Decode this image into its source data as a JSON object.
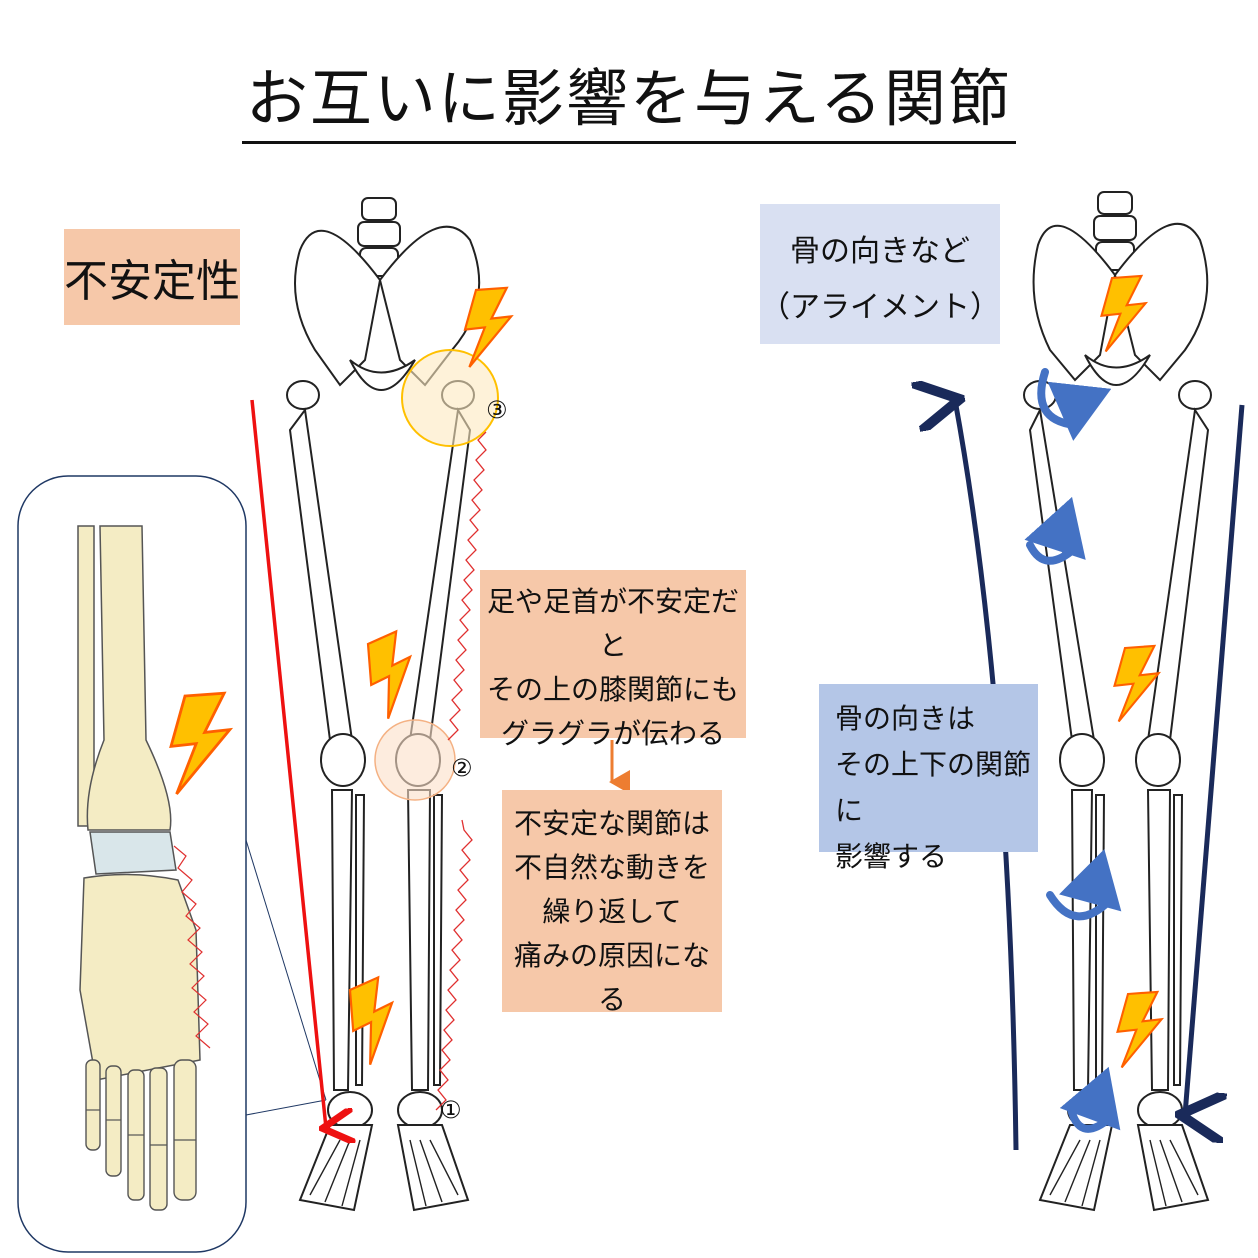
{
  "title": "お互いに影響を与える関節",
  "labels": {
    "instability": "不安定性",
    "alignment_line1": "骨の向きなど",
    "alignment_line2": "（アライメント）"
  },
  "notes": {
    "foot_to_knee": [
      "足や足首が不安定だと",
      "その上の膝関節にも",
      "グラグラが伝わる"
    ],
    "unstable_joint": [
      "不安定な関節は",
      "不自然な動きを",
      "繰り返して",
      "痛みの原因になる"
    ],
    "bone_direction": [
      "骨の向きは",
      "その上下の関節に",
      "影響する"
    ]
  },
  "joint_numbers": [
    "①",
    "②",
    "③"
  ],
  "colors": {
    "instability_bg": "#f6c8a9",
    "alignment_bg": "#d9e0f2",
    "note_blue_bg": "#b4c6e7",
    "red_arrow": "#ee1111",
    "navy_arrow": "#1a2a5a",
    "bone": "#ffffff",
    "bone_outline": "#222222",
    "lightning": "#ffc000",
    "rotation_arrow": "#4472c4"
  }
}
